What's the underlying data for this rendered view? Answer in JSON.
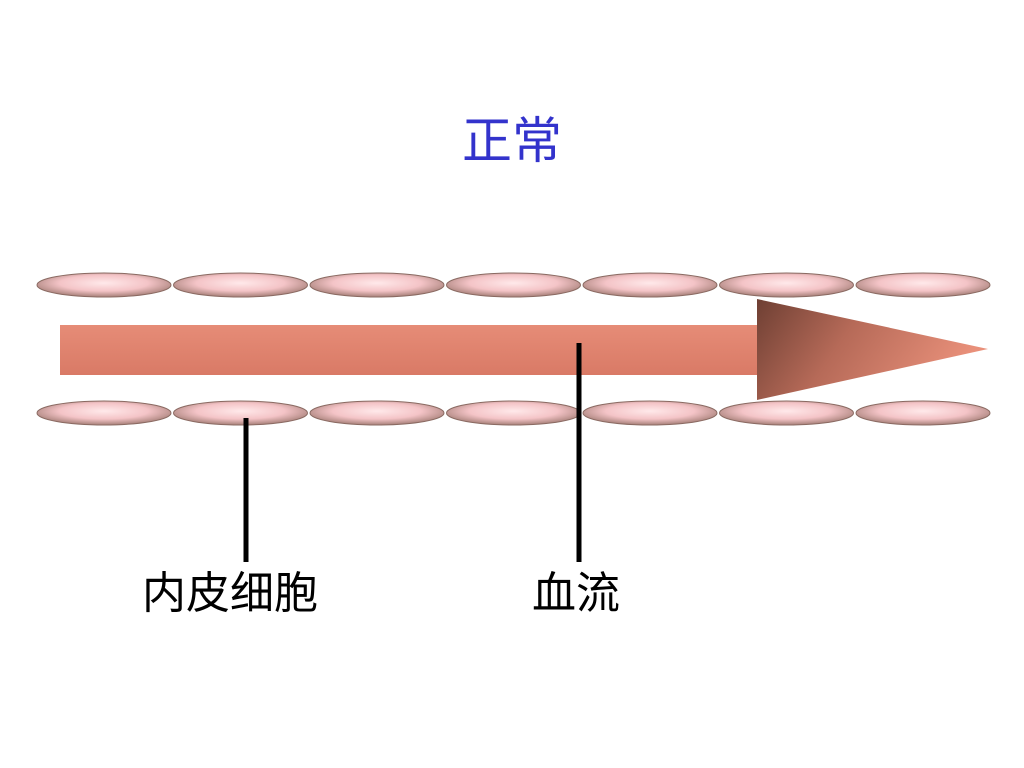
{
  "slide": {
    "title": "正常",
    "labels": {
      "endothelial_cell": "内皮细胞",
      "blood_flow": "血流"
    }
  },
  "colors": {
    "title": "#3333cc",
    "cell_fill": "#f4c4c7",
    "cell_edge": "#8a6a62",
    "arrow_light": "#e58a74",
    "arrow_dark": "#7a4a3a",
    "leader_line": "#000000"
  },
  "diagram": {
    "cells_per_row": 7,
    "rows": [
      "top",
      "bottom"
    ]
  }
}
